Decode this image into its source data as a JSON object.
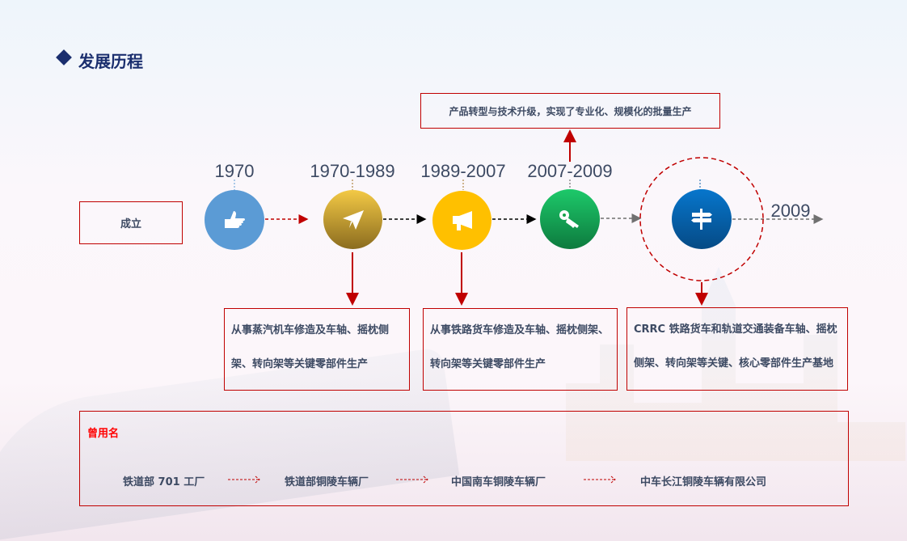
{
  "title": "发展历程",
  "founding_label": "成立",
  "milestones": [
    {
      "year": "1970",
      "icon": "thumbs-up-icon",
      "color": "#5b9bd5"
    },
    {
      "year": "1970-1989",
      "icon": "paper-plane-icon",
      "color": "#c9a233"
    },
    {
      "year": "1989-2007",
      "icon": "megaphone-icon",
      "color": "#ffc000"
    },
    {
      "year": "2007-2009",
      "icon": "key-icon",
      "color": "#1aa854"
    },
    {
      "year": "2009",
      "icon": "signpost-icon",
      "color": "#0b5fa8"
    }
  ],
  "descriptions": {
    "top": "产品转型与技术升级，实现了专业化、规模化的批量生产",
    "d1": [
      "从事蒸汽机车修造及车轴、摇枕侧",
      "架、转向架等关键零部件生产"
    ],
    "d2": [
      "从事铁路货车修造及车轴、摇枕侧架、",
      "转向架等关键零部件生产"
    ],
    "d3": [
      "CRRC 铁路货车和轨道交通装备车轴、摇枕",
      "侧架、转向架等关键、核心零部件生产基地"
    ]
  },
  "former_names": {
    "label": "曾用名",
    "names": [
      "铁道部 701 工厂",
      "铁道部铜陵车辆厂",
      "中国南车铜陵车辆厂",
      "中车长江铜陵车辆有限公司"
    ]
  }
}
